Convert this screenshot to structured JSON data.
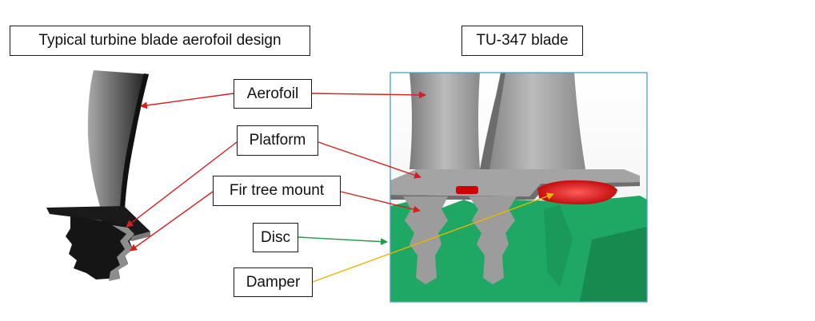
{
  "titles": {
    "left": "Typical turbine blade aerofoil design",
    "right": "TU-347 blade"
  },
  "callouts": {
    "aerofoil": "Aerofoil",
    "platform": "Platform",
    "fir_tree_mount": "Fir tree mount",
    "disc": "Disc",
    "damper": "Damper"
  },
  "colors": {
    "arrow_red": "#d42020",
    "arrow_green": "#1f9e48",
    "arrow_yellow": "#e8b400",
    "disc_green": "#1fa864",
    "blade_grey": "#9a9a9a",
    "damper_red": "#e01010",
    "frame_blue": "#4aa0c8"
  }
}
